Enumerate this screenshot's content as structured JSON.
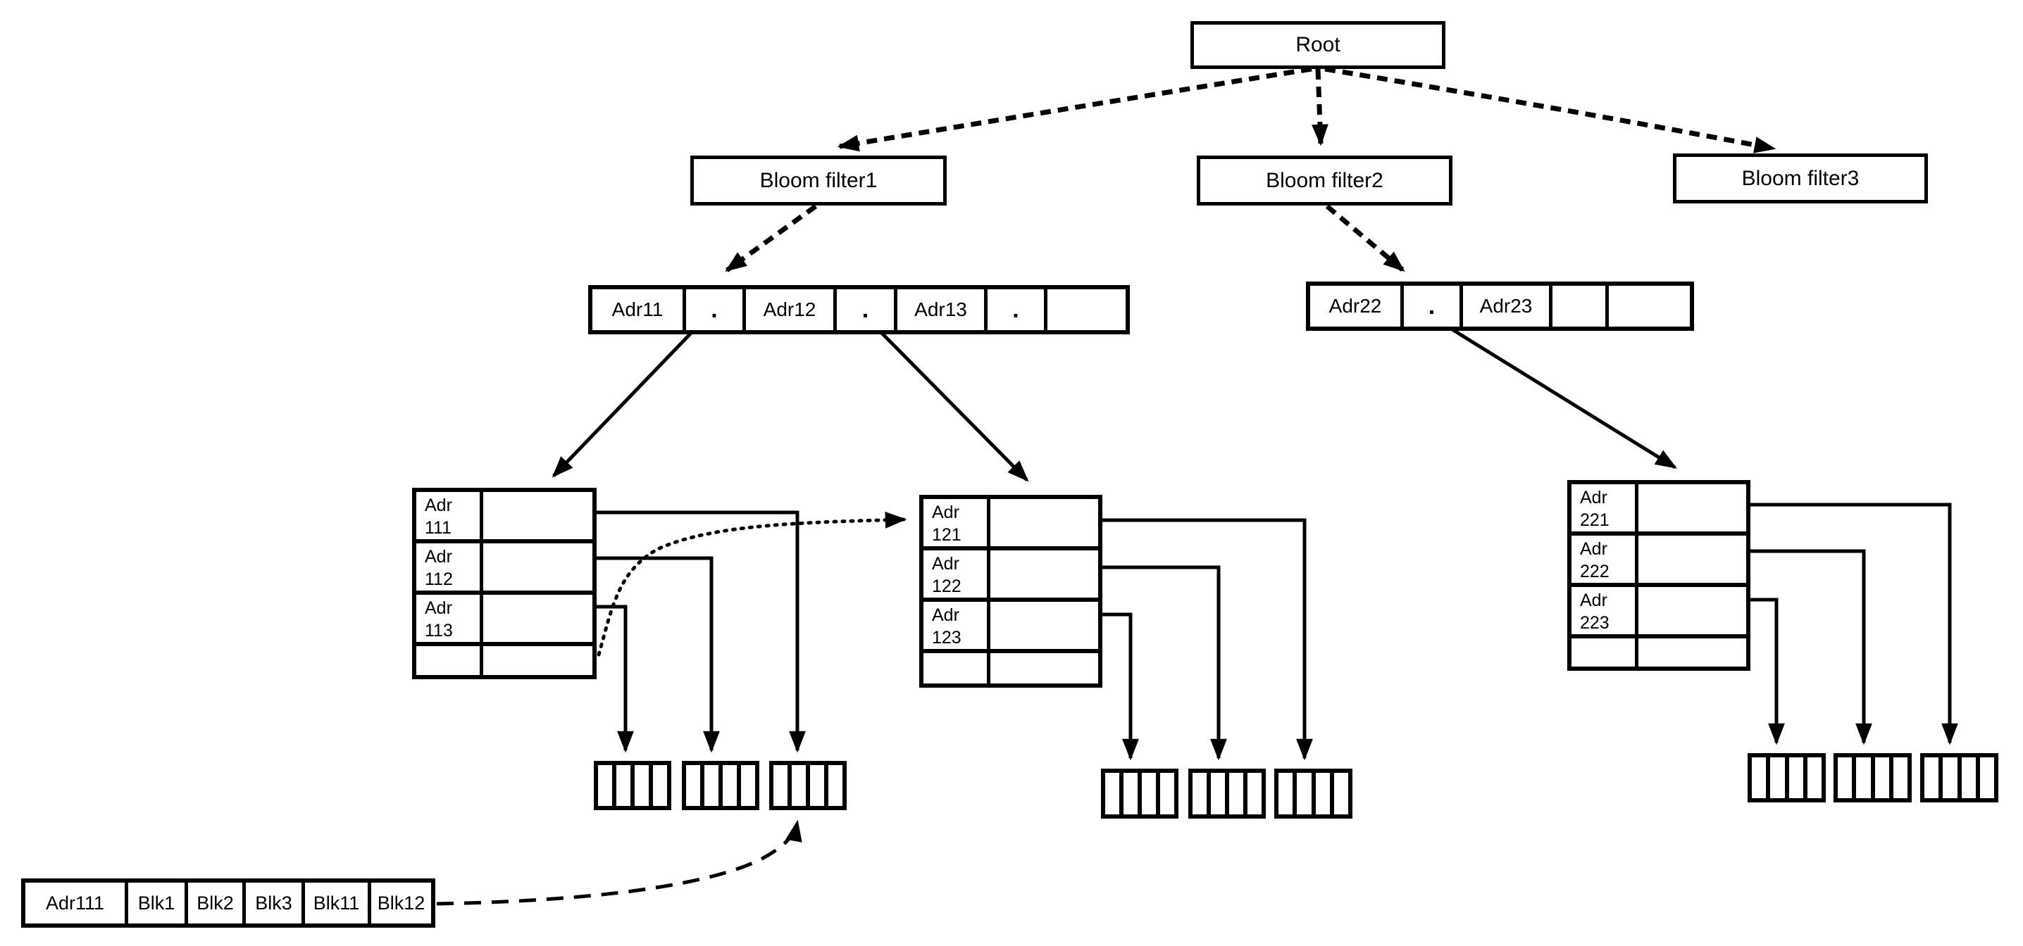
{
  "root": {
    "label": "Root"
  },
  "bloom_filters": [
    {
      "label": "Bloom filter1"
    },
    {
      "label": "Bloom filter2"
    },
    {
      "label": "Bloom filter3"
    }
  ],
  "arrays": {
    "level1": {
      "cells": [
        "Adr11",
        ".",
        "Adr12",
        ".",
        "Adr13",
        ".",
        ""
      ]
    },
    "level2": {
      "cells": [
        "Adr22",
        ".",
        "Adr23",
        "",
        ""
      ]
    }
  },
  "tables": [
    {
      "rows": [
        "Adr\n111",
        "Adr\n112",
        "Adr\n113",
        ""
      ]
    },
    {
      "rows": [
        "Adr\n121",
        "Adr\n122",
        "Adr\n123",
        ""
      ]
    },
    {
      "rows": [
        "Adr\n221",
        "Adr\n222",
        "Adr\n223",
        ""
      ]
    }
  ],
  "record": {
    "cells": [
      "Adr111",
      "Blk1",
      "Blk2",
      "Blk3",
      "Blk11",
      "Blk12"
    ]
  },
  "bit_blocks": {
    "groups": 9,
    "cells_per_group": 4
  },
  "colors": {
    "ink": "#000000",
    "paper": "#ffffff"
  }
}
